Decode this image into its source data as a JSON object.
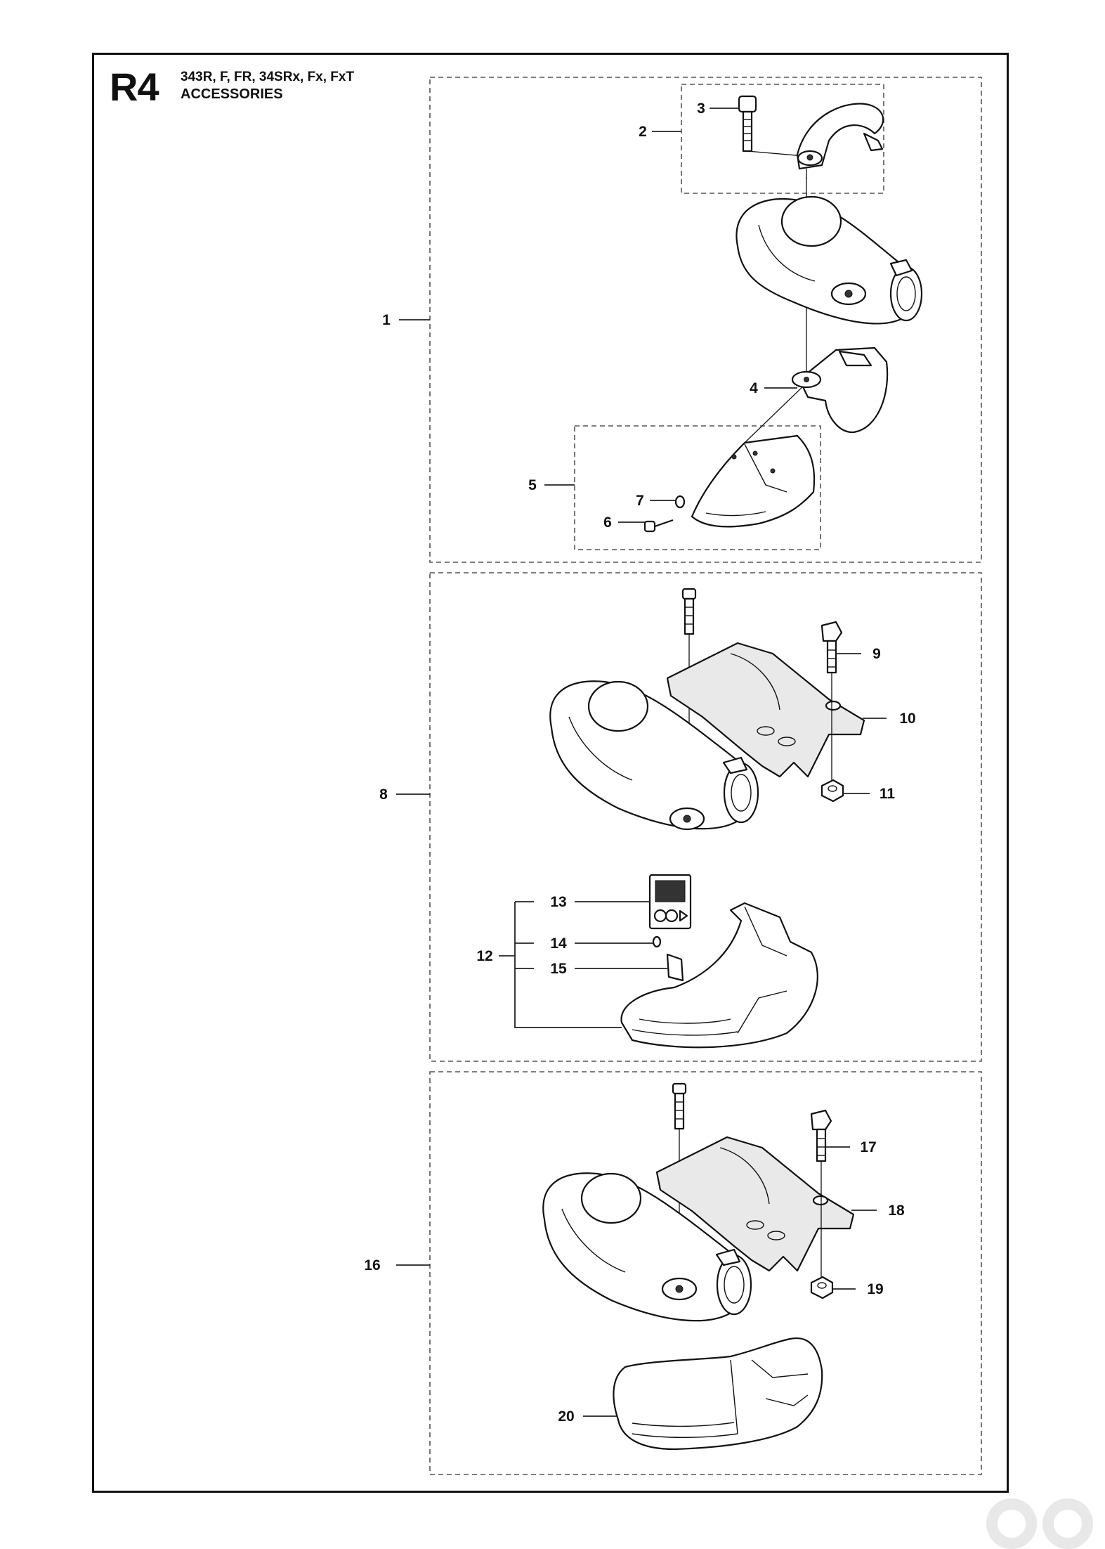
{
  "header": {
    "code": "R4",
    "models": "343R, F, FR, 34SRx, Fx, FxT",
    "title": "ACCESSORIES"
  },
  "groups": [
    {
      "name": "group-1",
      "label": "1",
      "parts": [
        {
          "id": "2",
          "label": "2"
        },
        {
          "id": "3",
          "label": "3"
        },
        {
          "id": "4",
          "label": "4"
        },
        {
          "id": "5",
          "label": "5"
        },
        {
          "id": "6",
          "label": "6"
        },
        {
          "id": "7",
          "label": "7"
        }
      ]
    },
    {
      "name": "group-8",
      "label": "8",
      "parts": [
        {
          "id": "9",
          "label": "9"
        },
        {
          "id": "10",
          "label": "10"
        },
        {
          "id": "11",
          "label": "11"
        },
        {
          "id": "12",
          "label": "12"
        },
        {
          "id": "13",
          "label": "13"
        },
        {
          "id": "14",
          "label": "14"
        },
        {
          "id": "15",
          "label": "15"
        }
      ]
    },
    {
      "name": "group-16",
      "label": "16",
      "parts": [
        {
          "id": "17",
          "label": "17"
        },
        {
          "id": "18",
          "label": "18"
        },
        {
          "id": "19",
          "label": "19"
        },
        {
          "id": "20",
          "label": "20"
        }
      ]
    }
  ],
  "icons": {
    "watermark": "watermark-logo-icon",
    "decal": "warning-decal-icon"
  }
}
